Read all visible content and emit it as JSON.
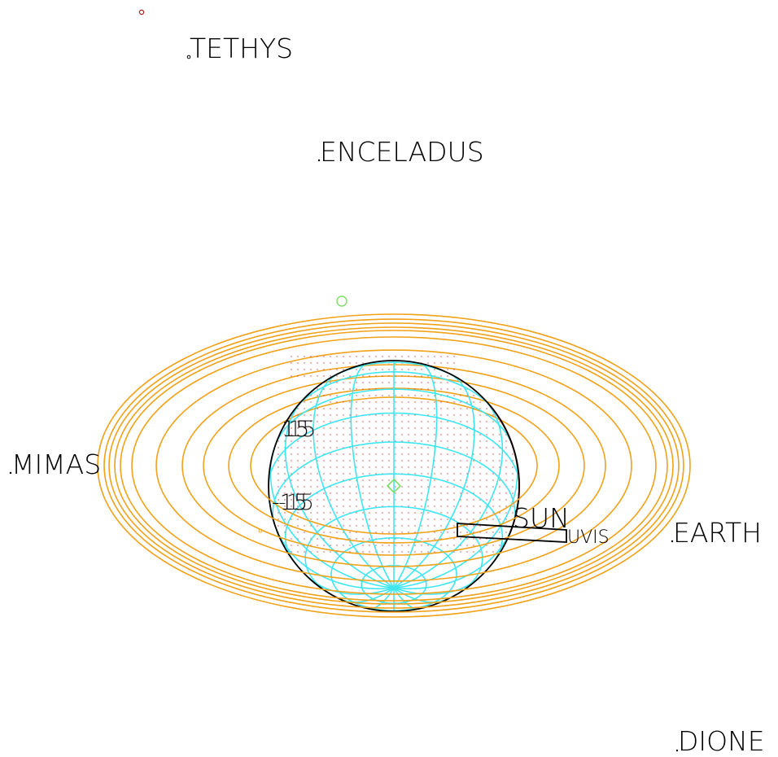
{
  "bodies": {
    "tethys": "TETHYS",
    "enceladus": "ENCELADUS",
    "mimas": "MIMAS",
    "earth": "EARTH",
    "dione": "DIONE",
    "sun": "SUN"
  },
  "instrument": {
    "name": "UVIS"
  },
  "latitude_labels": {
    "north": "15",
    "south": "-15"
  },
  "colors": {
    "rings": "#f0a21a",
    "grid": "#3fe6f0",
    "limb": "#000000",
    "terminator": "#b01616",
    "dots": "#d44040",
    "marker": "#7fdd6a",
    "label": "#000000"
  }
}
